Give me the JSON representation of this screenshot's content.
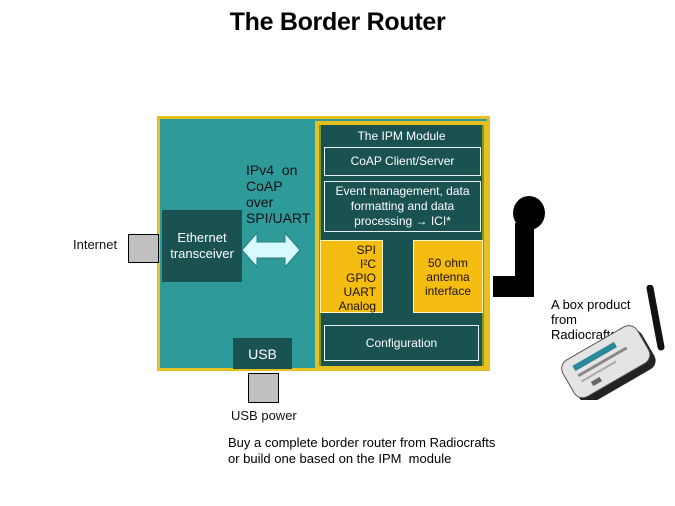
{
  "title": "The Border Router",
  "diagram": {
    "board": {
      "ethernet_transceiver": "Ethernet transceiver",
      "protocol_label": [
        "IPv4  on",
        "CoAP",
        "over",
        "SPI/UART"
      ],
      "usb_block": "USB",
      "arrow": "bidirectional-arrow"
    },
    "ipm_module": {
      "title": "The IPM Module",
      "coap": "CoAP Client/Server",
      "event": [
        "Event management, data",
        "formatting and data",
        "processing → ICI*"
      ],
      "interfaces": [
        "SPI",
        "I²C",
        "GPIO",
        "UART",
        "Analog"
      ],
      "antenna_interface": [
        "50 ohm",
        "antenna",
        "interface"
      ],
      "configuration": "Configuration"
    },
    "external": {
      "internet_label": "Internet",
      "usb_power_label": "USB power",
      "antenna_icon": "antenna-icon",
      "product_label": [
        "A box product",
        "from",
        "Radiocrafts"
      ],
      "product_image": "radiocrafts-border-router-box"
    },
    "colors": {
      "board": "#2e9a9a",
      "board_border": "#e6c020",
      "dark_block": "#1a5252",
      "yellow_block": "#f5bc12",
      "arrow_fill": "#d6faff",
      "port": "#c0c0c0"
    }
  },
  "caption": [
    "Buy a complete border router from Radiocrafts",
    "or build one based on the IPM  module"
  ]
}
